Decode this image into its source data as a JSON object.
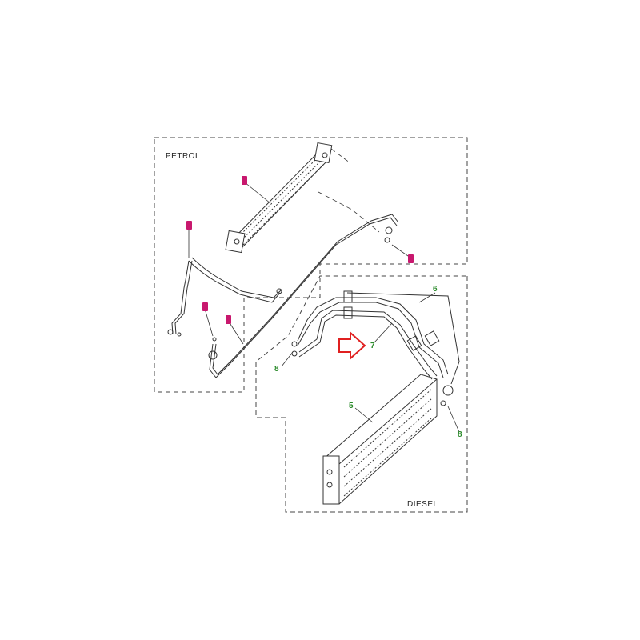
{
  "sections": {
    "petrol": {
      "label": "PETROL"
    },
    "diesel": {
      "label": "DIESEL"
    }
  },
  "callouts": {
    "diesel_cooler": "5",
    "upper_hose": "6",
    "lower_hose": "7",
    "seal_left": "8",
    "seal_right": "8"
  },
  "colors": {
    "callout_number": "#2a8a2a",
    "petrol_marker": "#c8186e",
    "arrow": "#e02020",
    "line": "#333333"
  }
}
